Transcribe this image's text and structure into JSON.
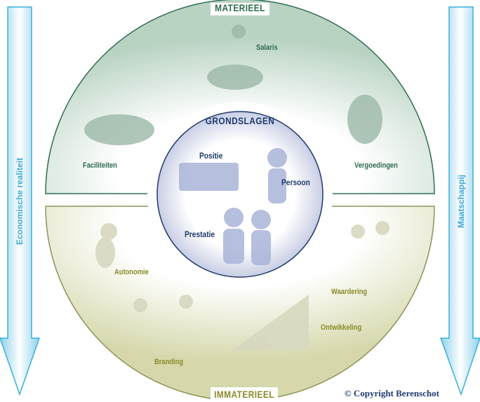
{
  "arrows": {
    "left": "Economische realiteit",
    "right": "Maatschappij"
  },
  "sections": {
    "top": "MATERIEEL",
    "bottom": "IMMATERIEEL",
    "center": "GRONDSLAGEN"
  },
  "materieel_items": [
    "Salaris",
    "Faciliteiten",
    "Vergoedingen"
  ],
  "immaterieel_items": [
    "Autonomie",
    "Branding",
    "Waardering",
    "Ontwikkeling"
  ],
  "grondslagen_items": [
    "Positie",
    "Persoon",
    "Prestatie"
  ],
  "copyright": "© Copyright Berenschot",
  "colors": {
    "materieel": "#2e6b4f",
    "immaterieel": "#8a8a2a",
    "grondslagen": "#1f3c6e",
    "arrow": "#3aa8d8"
  }
}
